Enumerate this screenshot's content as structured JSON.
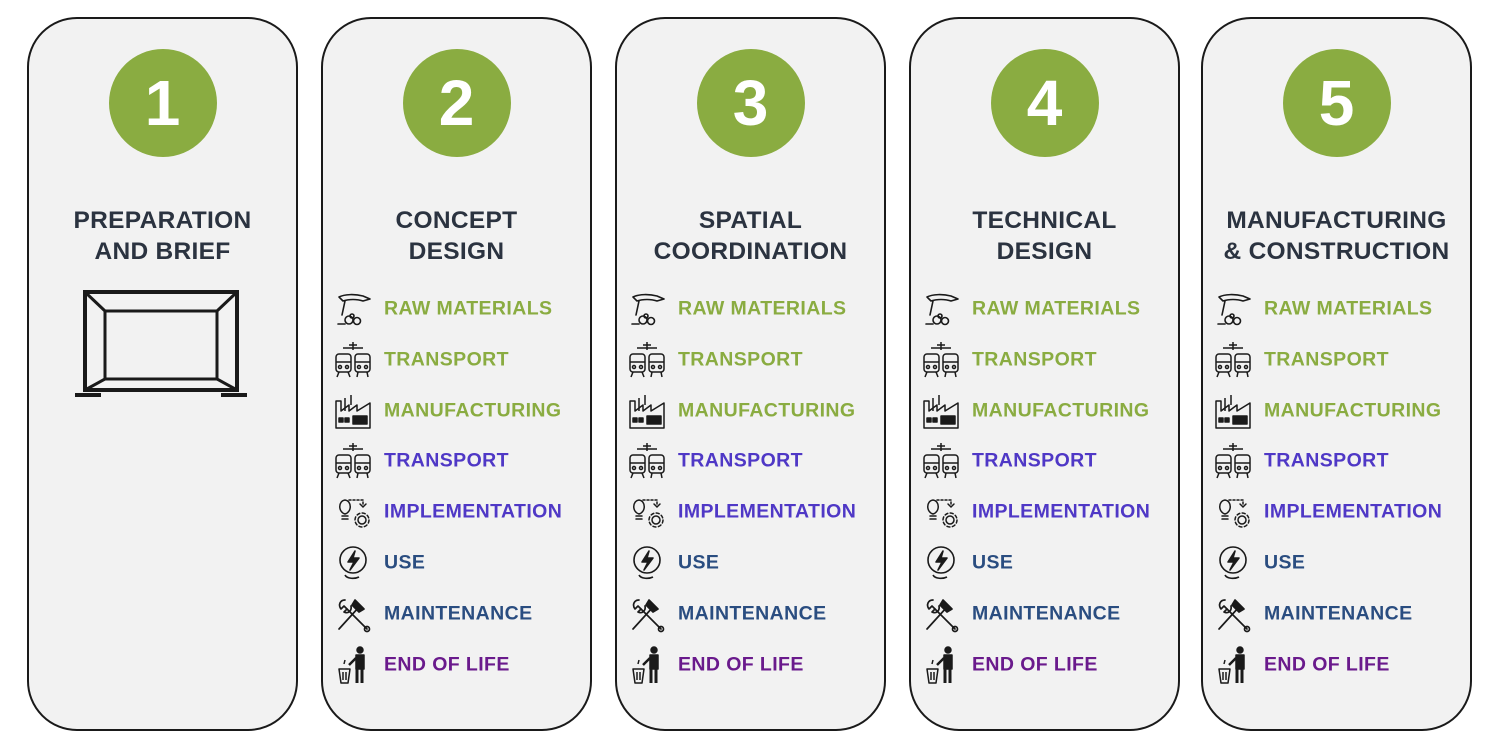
{
  "colors": {
    "badge": "#8aac41",
    "title": "#2b3340",
    "green": "#8aac41",
    "indigo": "#4f38c6",
    "navy": "#2a4d80",
    "purple": "#6a1a8c",
    "card_bg": "#f2f2f2",
    "card_border": "#1a1a1a"
  },
  "lifecycle_items": [
    {
      "key": "raw",
      "label": "RAW MATERIALS",
      "icon": "raw-materials-icon",
      "color": "#8aac41"
    },
    {
      "key": "transport1",
      "label": "TRANSPORT",
      "icon": "transport-icon",
      "color": "#8aac41"
    },
    {
      "key": "manufacturing",
      "label": "MANUFACTURING",
      "icon": "factory-icon",
      "color": "#8aac41"
    },
    {
      "key": "transport2",
      "label": "TRANSPORT",
      "icon": "transport-icon",
      "color": "#4f38c6"
    },
    {
      "key": "implementation",
      "label": "IMPLEMENTATION",
      "icon": "lightbulb-gear-icon",
      "color": "#4f38c6"
    },
    {
      "key": "use",
      "label": "USE",
      "icon": "energy-use-icon",
      "color": "#2a4d80"
    },
    {
      "key": "maintenance",
      "label": "MAINTENANCE",
      "icon": "tools-icon",
      "color": "#2a4d80"
    },
    {
      "key": "eol",
      "label": "END OF LIFE",
      "icon": "bin-person-icon",
      "color": "#6a1a8c"
    }
  ],
  "stages": [
    {
      "number": "1",
      "title": [
        "PREPARATION",
        "AND BRIEF"
      ],
      "icon": "frame-icon",
      "show_items": false
    },
    {
      "number": "2",
      "title": [
        "CONCEPT",
        "DESIGN"
      ],
      "show_items": true
    },
    {
      "number": "3",
      "title": [
        "SPATIAL",
        "COORDINATION"
      ],
      "show_items": true
    },
    {
      "number": "4",
      "title": [
        "TECHNICAL",
        "DESIGN"
      ],
      "show_items": true
    },
    {
      "number": "5",
      "title": [
        "MANUFACTURING",
        "& CONSTRUCTION"
      ],
      "show_items": true
    }
  ]
}
